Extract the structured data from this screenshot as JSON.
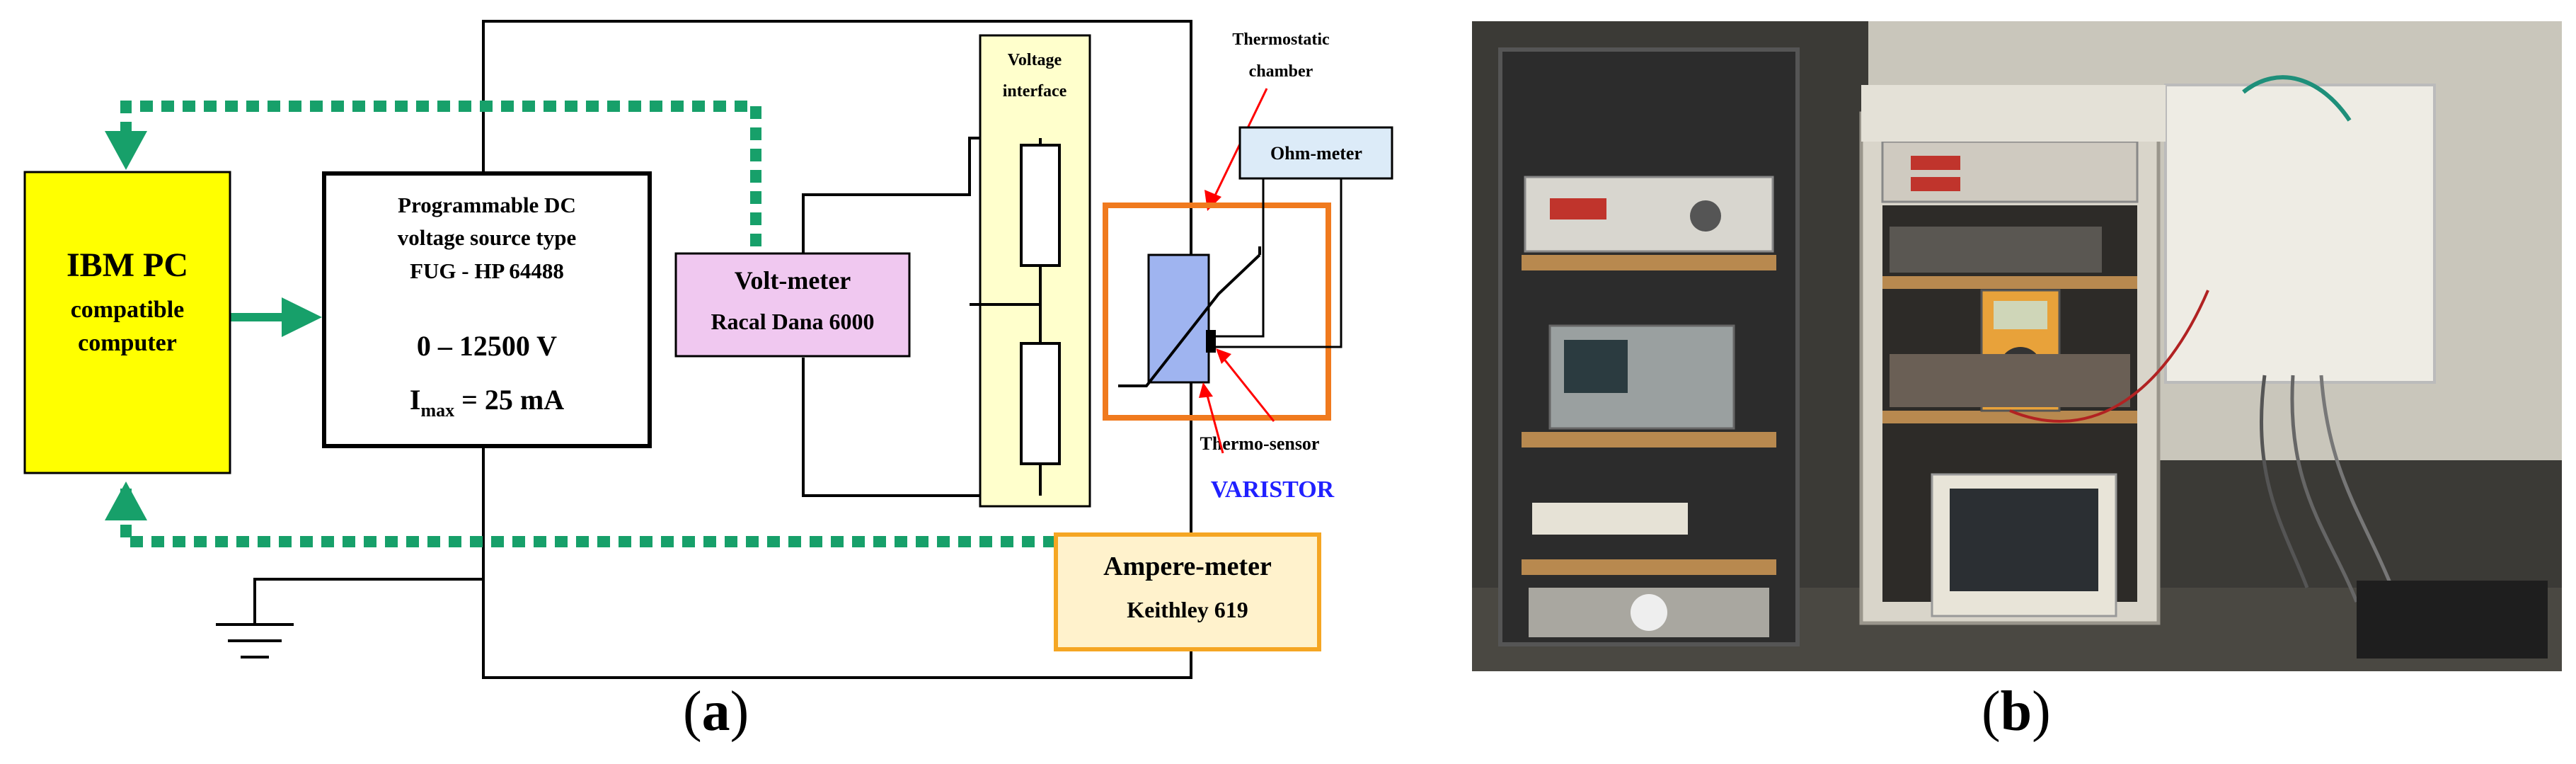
{
  "panel_a": {
    "caption_letter": "a",
    "pc": {
      "title": "IBM PC",
      "line1": "compatible",
      "line2": "computer"
    },
    "source": {
      "line1": "Programmable DC",
      "line2": "voltage source type",
      "line3": "FUG - HP 64488",
      "range": "0 – 12500 V",
      "imax_sym": "I",
      "imax_sub": "max",
      "imax_val": "= 25 mA"
    },
    "voltmeter": {
      "title": "Volt-meter",
      "model": "Racal Dana 6000"
    },
    "interface": {
      "line1": "Voltage",
      "line2": "interface"
    },
    "chamber": {
      "line1": "Thermostatic",
      "line2": "chamber"
    },
    "ohmmeter": {
      "title": "Ohm-meter"
    },
    "thermosensor": {
      "title": "Thermo-sensor"
    },
    "varistor": {
      "title": "VARISTOR"
    },
    "amperemeter": {
      "title": "Ampere-meter",
      "model": "Keithley 619"
    },
    "colors": {
      "link": "#17a06a",
      "pc_fill": "#ffff00",
      "voltmeter_fill": "#f0c8f0",
      "interface_fill": "#ffffcc",
      "chamber_border": "#f07a1e",
      "ohmmeter_fill": "#dcebf8",
      "varistor_fill": "#9fb4f0",
      "amperemeter_fill": "#fff2cc",
      "varistor_text": "#2020ff",
      "arrow_red": "#ff0000"
    }
  },
  "panel_b": {
    "caption_letter": "b"
  }
}
